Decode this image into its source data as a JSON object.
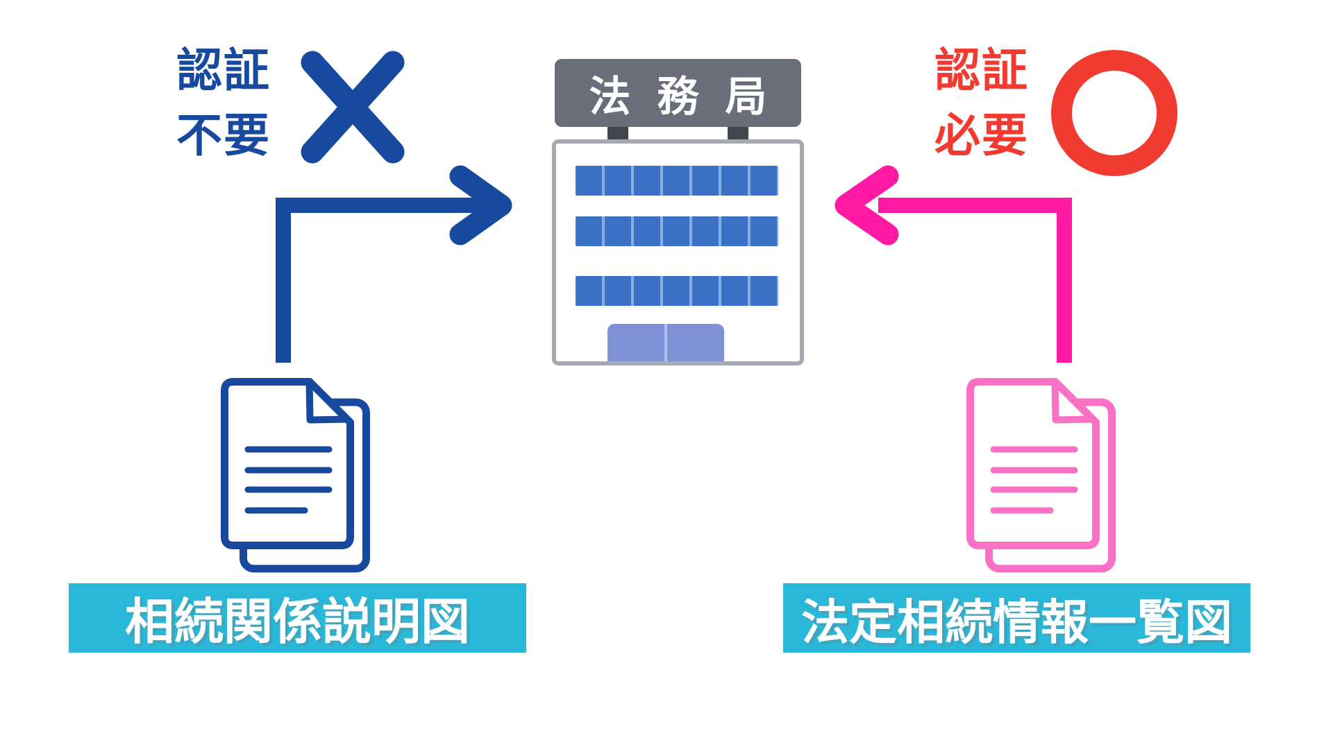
{
  "building": {
    "sign_label": "法務局"
  },
  "left_flow": {
    "auth_line1": "認証",
    "auth_line2": "不要",
    "mark_symbol": "×",
    "banner_label": "相続関係説明図"
  },
  "right_flow": {
    "auth_line1": "認証",
    "auth_line2": "必要",
    "mark_symbol": "○",
    "banner_label": "法定相続情報一覧図"
  },
  "colors": {
    "blue": "#17499e",
    "red": "#f23b30",
    "magenta_arrow": "#ff19a3",
    "pink_document": "#fa70c4",
    "cyan_banner": "#29b8d9",
    "sign_gray": "#6a6e7a",
    "building_border_gray": "#a6a9b0",
    "window_blue": "#3d71c8",
    "window_pane_divider": "#85afe0",
    "door_blue": "#7f91d7"
  }
}
